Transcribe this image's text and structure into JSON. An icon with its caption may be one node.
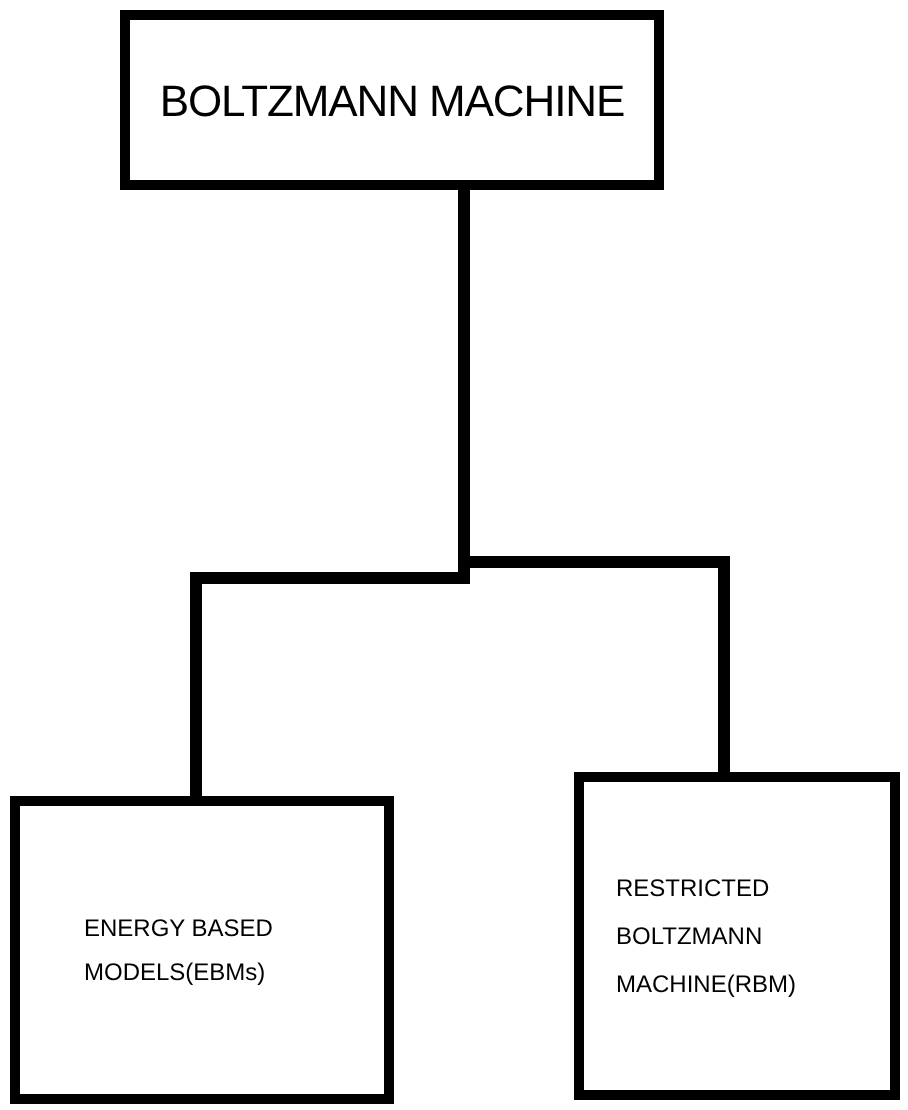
{
  "diagram": {
    "nodes": [
      {
        "text": [
          "BOLTZMANN MACHINE"
        ]
      },
      {
        "text": [
          "ENERGY BASED MODELS(EBMs)"
        ]
      },
      {
        "text": [
          "RESTRICTED BOLTZMANN MACHINE(RBM)"
        ]
      }
    ],
    "edges": [
      {
        "from": 0,
        "to": 1,
        "arrow": "none"
      },
      {
        "from": 0,
        "to": 2,
        "arrow": "none"
      }
    ]
  }
}
